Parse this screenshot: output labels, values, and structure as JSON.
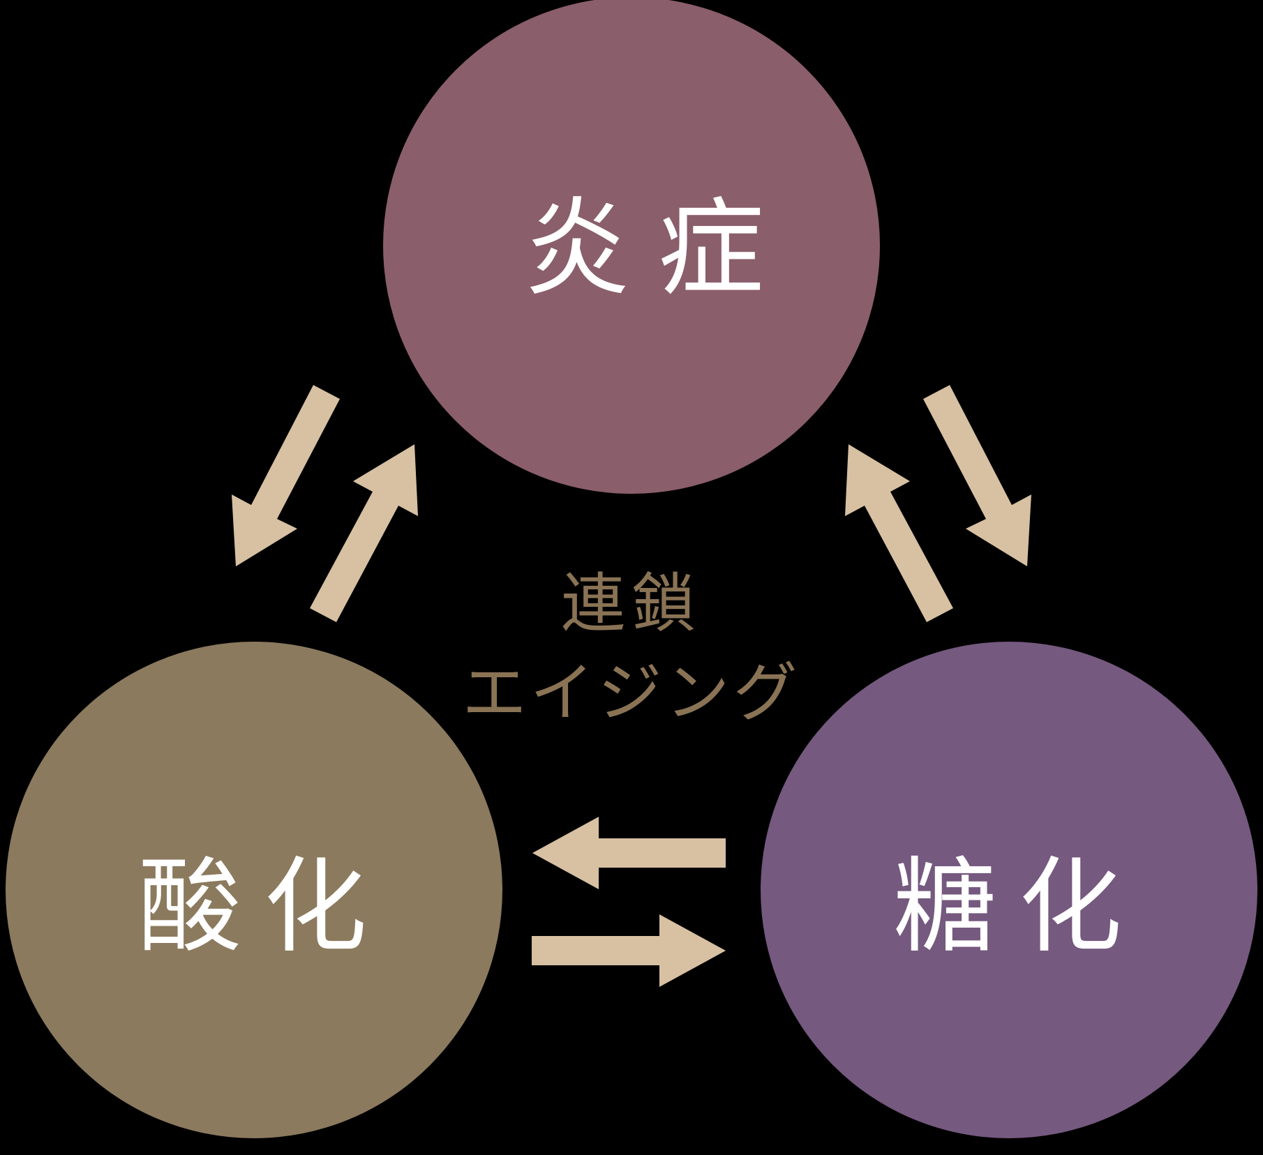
{
  "background_color": "#000000",
  "circles": [
    {
      "id": "inflammation",
      "label": "炎症",
      "color": "#8A5E6B",
      "text_color": "#FFFFFF"
    },
    {
      "id": "oxidation",
      "label": "酸化",
      "color": "#8B7A5E",
      "text_color": "#FFFFFF"
    },
    {
      "id": "glycation",
      "label": "糖化",
      "color": "#75597F",
      "text_color": "#FFFFFF"
    }
  ],
  "center_caption": {
    "line1": "連鎖",
    "line2": "エイジング",
    "color": "#8A7355"
  },
  "arrows": {
    "color": "#D7C1A2",
    "items": [
      {
        "name": "inflammation-to-oxidation"
      },
      {
        "name": "oxidation-to-inflammation"
      },
      {
        "name": "inflammation-to-glycation"
      },
      {
        "name": "glycation-to-inflammation"
      },
      {
        "name": "glycation-to-oxidation"
      },
      {
        "name": "oxidation-to-glycation"
      }
    ]
  }
}
